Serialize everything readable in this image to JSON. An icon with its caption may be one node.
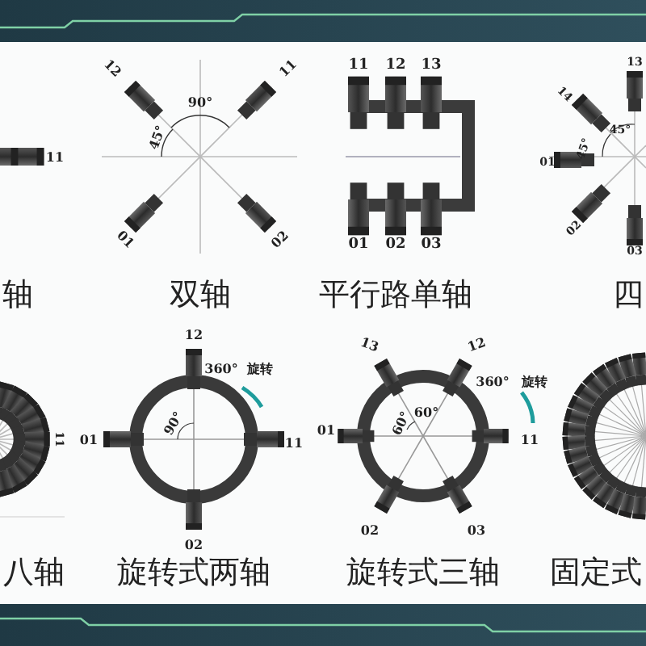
{
  "diagram": {
    "labels": [
      "11",
      "轴",
      "12",
      "11",
      "90°",
      "45°",
      "01",
      "02",
      "双轴",
      "11",
      "12",
      "13",
      "01",
      "02",
      "03",
      "平行路单轴",
      "13",
      "14",
      "45°",
      "45°",
      "01",
      "02",
      "03",
      "四",
      "11",
      "八轴",
      "12",
      "360°",
      "旋转",
      "90°",
      "01",
      "11",
      "02",
      "旋转式两轴",
      "13",
      "12",
      "360°",
      "旋转",
      "60°",
      "60°",
      "01",
      "11",
      "02",
      "03",
      "旋转式三轴",
      "固定式"
    ]
  }
}
